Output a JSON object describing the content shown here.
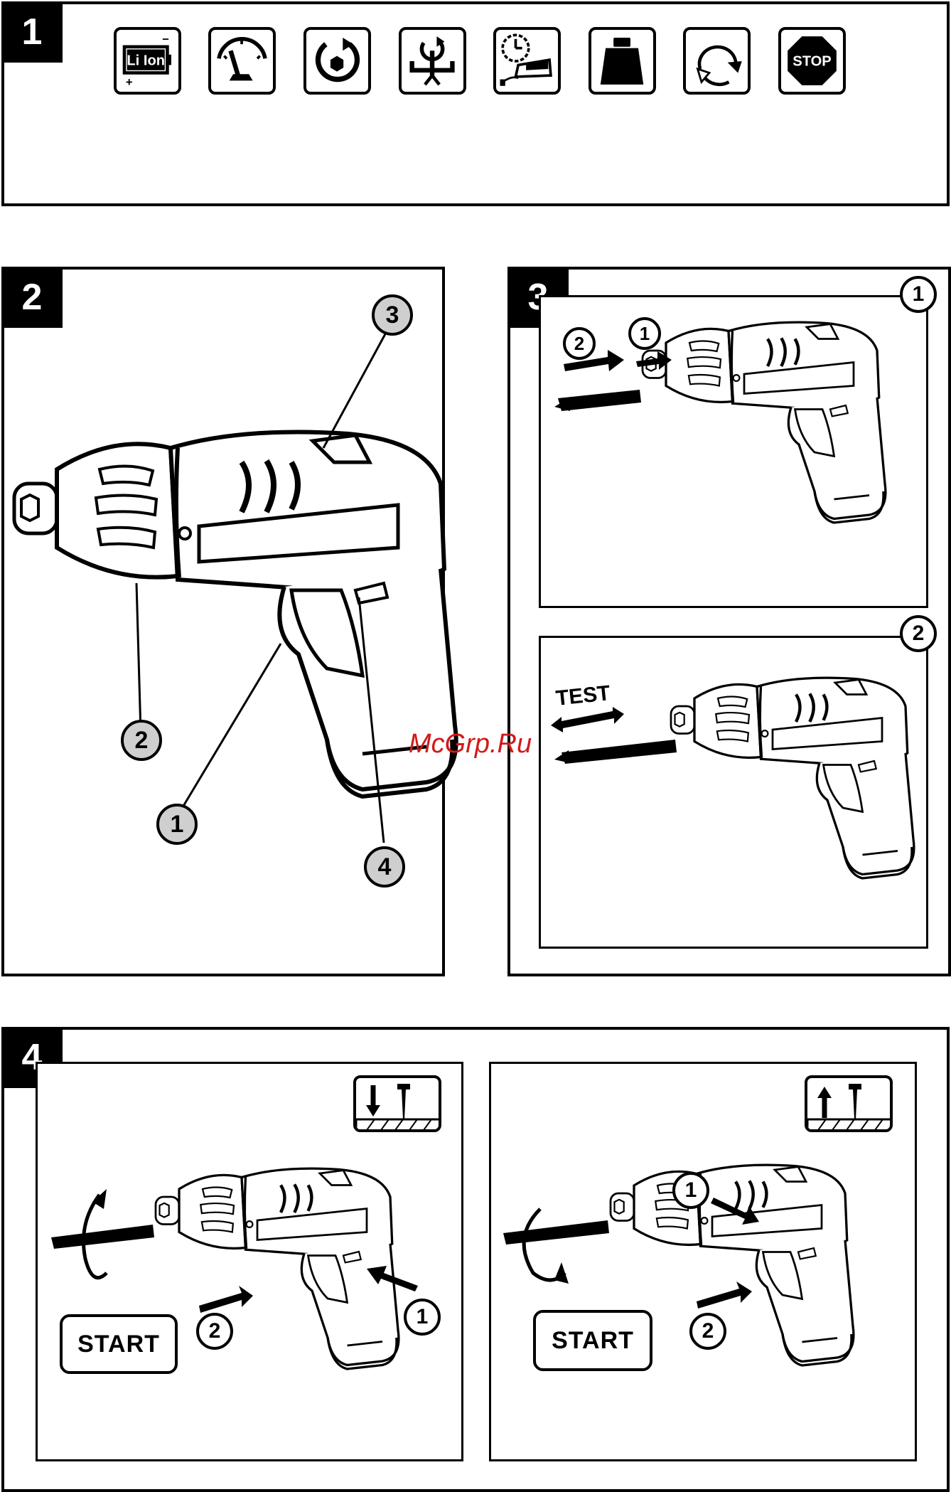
{
  "panels": {
    "p1": {
      "number": "1"
    },
    "p2": {
      "number": "2",
      "callouts": [
        "1",
        "2",
        "3",
        "4"
      ]
    },
    "p3": {
      "number": "3",
      "sub1": "1",
      "sub2": "2",
      "arrow_steps": [
        "2",
        "1"
      ],
      "test_label": "TEST"
    },
    "p4": {
      "number": "4",
      "left_steps": [
        "1",
        "2"
      ],
      "right_steps": [
        "1",
        "2"
      ],
      "start_label": "START"
    }
  },
  "icons": [
    {
      "name": "li-ion-battery-icon",
      "text": "Li Ion",
      "plus": "+",
      "minus": "−"
    },
    {
      "name": "gauge-icon"
    },
    {
      "name": "hex-rotation-icon"
    },
    {
      "name": "torque-clutch-icon"
    },
    {
      "name": "charging-time-icon"
    },
    {
      "name": "weight-icon"
    },
    {
      "name": "reverse-rotation-icon"
    },
    {
      "name": "stop-sign-icon",
      "text": "STOP"
    }
  ],
  "watermark": "McGrp.Ru"
}
